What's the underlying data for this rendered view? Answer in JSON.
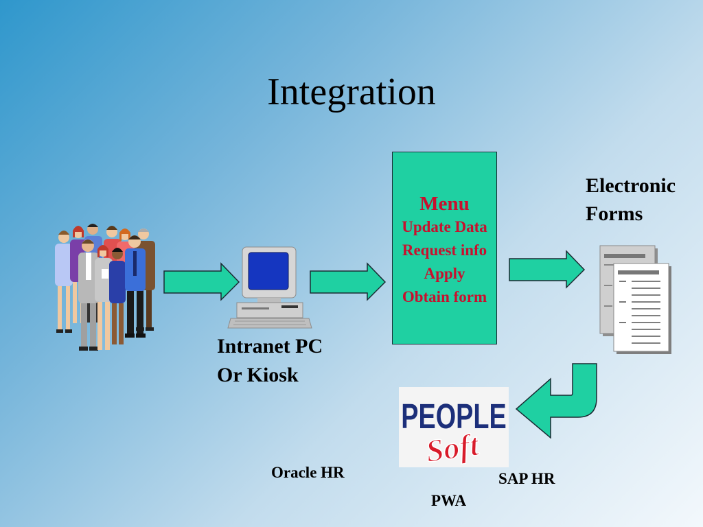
{
  "slide": {
    "title": "Integration",
    "menu": {
      "title": "Menu",
      "items": [
        "Update Data",
        "Request info",
        "Apply",
        "Obtain form"
      ]
    },
    "pc_label": [
      "Intranet PC",
      "Or Kiosk"
    ],
    "forms_label": [
      "Electronic",
      "Forms"
    ],
    "logo_text": [
      "PEOPLE",
      "Soft"
    ],
    "systems": {
      "oracle": "Oracle HR",
      "sap": "SAP HR",
      "pwa": "PWA"
    }
  },
  "colors": {
    "arrow_fill": "#1fd0a2",
    "menu_text": "#c8102e",
    "logo_blue": "#1c2f7a",
    "logo_red": "#d81b2a"
  },
  "icons": [
    "people-group-icon",
    "computer-icon",
    "document-stack-icon",
    "peoplesoft-logo"
  ]
}
